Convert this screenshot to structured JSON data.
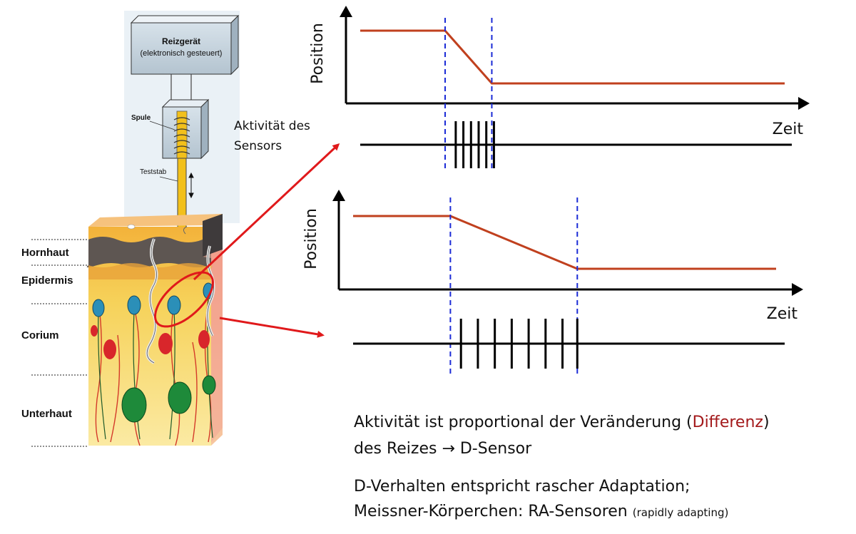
{
  "apparatus": {
    "device_title": "Reizgerät",
    "device_subtitle": "(elektronisch gesteuert)",
    "coil_label": "Spule",
    "probe_label": "Teststab"
  },
  "skin_layers": [
    "Hornhaut",
    "Epidermis",
    "Corium",
    "Unterhaut"
  ],
  "sensor_activity_label_lines": [
    "Aktivität des",
    "Sensors"
  ],
  "graphs": [
    {
      "y_label": "Position",
      "x_label": "Zeit",
      "position_trace": [
        [
          0.0,
          1.0
        ],
        [
          0.2,
          1.0
        ],
        [
          0.31,
          0.0
        ],
        [
          1.0,
          0.0
        ]
      ],
      "stimulus_start": 0.2,
      "stimulus_end": 0.31,
      "spike_times": [
        0.225,
        0.243,
        0.261,
        0.279,
        0.297,
        0.315
      ]
    },
    {
      "y_label": "Position",
      "x_label": "Zeit",
      "position_trace": [
        [
          0.0,
          1.0
        ],
        [
          0.23,
          1.0
        ],
        [
          0.53,
          0.0
        ],
        [
          1.0,
          0.0
        ]
      ],
      "stimulus_start": 0.23,
      "stimulus_end": 0.53,
      "spike_times": [
        0.255,
        0.295,
        0.335,
        0.375,
        0.415,
        0.455,
        0.495,
        0.53
      ]
    }
  ],
  "colors": {
    "position_trace": "#c0401e",
    "stimulus_marker": "#1b2bd6",
    "highlight": "#a3191b",
    "arrow": "#e0191b"
  },
  "caption": {
    "line1_before": "Aktivität ist proportional der Veränderung (",
    "line1_highlight": "Differenz",
    "line1_after": ")",
    "line2": "des Reizes → D-Sensor",
    "line3": "D-Verhalten entspricht rascher Adaptation;",
    "line4_main": "Meissner-Körperchen: RA-Sensoren",
    "line4_small": "(rapidly adapting)"
  }
}
